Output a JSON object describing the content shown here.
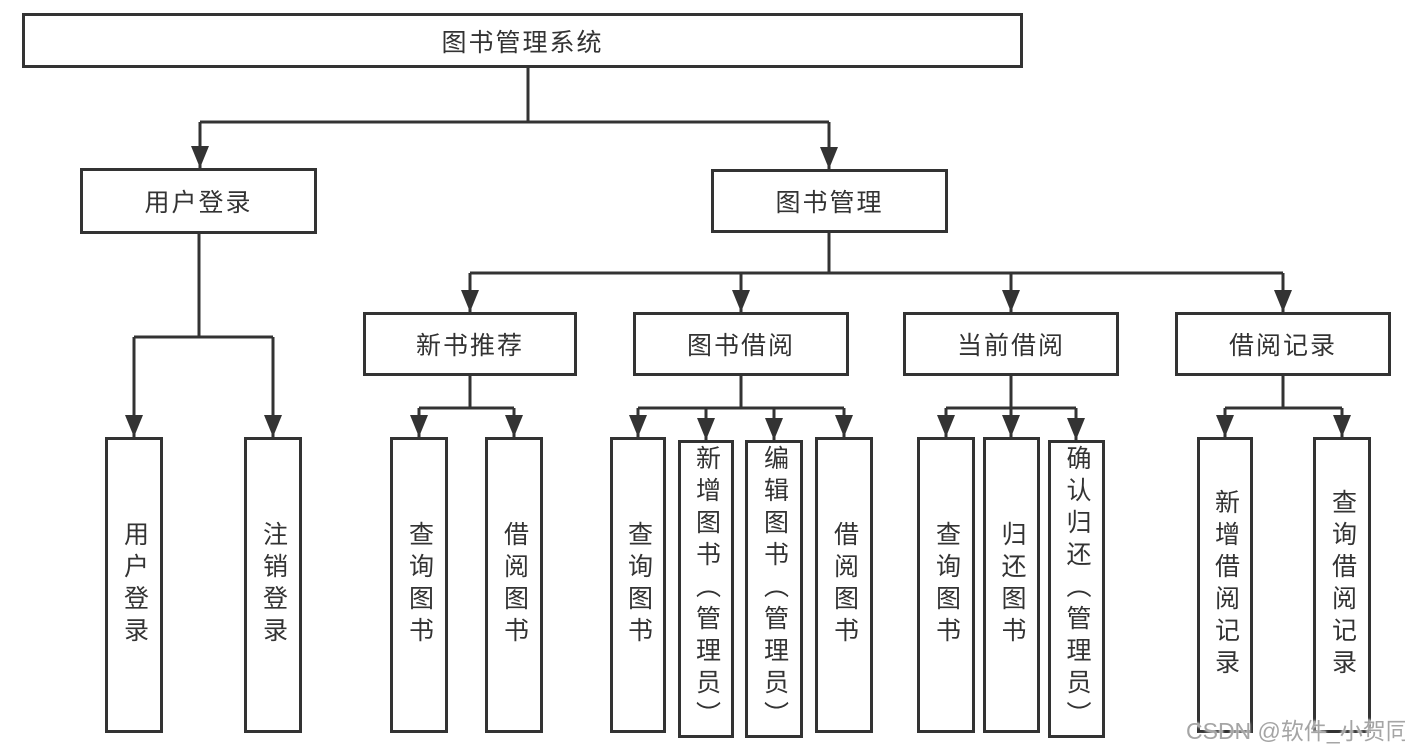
{
  "tree": {
    "label": "图书管理系统",
    "children": [
      {
        "label": "用户登录",
        "children": [
          {
            "label": "用户登录"
          },
          {
            "label": "注销登录"
          }
        ]
      },
      {
        "label": "图书管理",
        "children": [
          {
            "label": "新书推荐",
            "children": [
              {
                "label": "查询图书"
              },
              {
                "label": "借阅图书"
              }
            ]
          },
          {
            "label": "图书借阅",
            "children": [
              {
                "label": "查询图书"
              },
              {
                "label": "新增图书（管理员）"
              },
              {
                "label": "编辑图书（管理员）"
              },
              {
                "label": "借阅图书"
              }
            ]
          },
          {
            "label": "当前借阅",
            "children": [
              {
                "label": "查询图书"
              },
              {
                "label": "归还图书"
              },
              {
                "label": "确认归还（管理员）"
              }
            ]
          },
          {
            "label": "借阅记录",
            "children": [
              {
                "label": "新增借阅记录"
              },
              {
                "label": "查询借阅记录"
              }
            ]
          }
        ]
      }
    ]
  },
  "watermark": {
    "text": "CSDN @软件_小贺同学"
  },
  "colors": {
    "line": "#333333",
    "text": "#333333",
    "box_background": "#ffffff",
    "watermark": "#a5a5a5"
  }
}
